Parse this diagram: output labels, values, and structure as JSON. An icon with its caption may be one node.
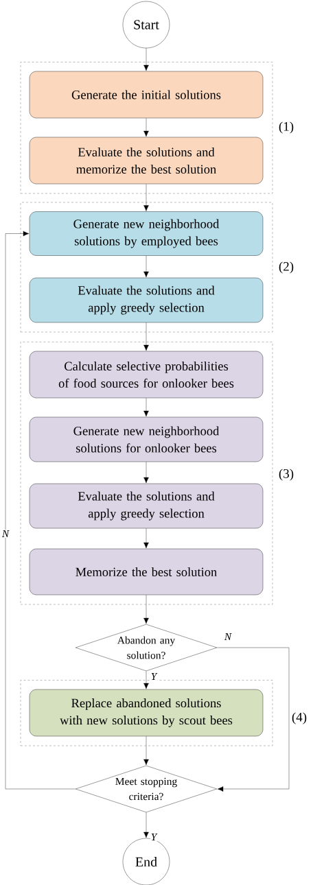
{
  "diagram": {
    "nodes": [
      {
        "text": [
          "Start"
        ]
      },
      {
        "text": [],
        "shape": "box",
        "beside": [
          "(1)"
        ]
      },
      {
        "text": [
          "Generate the initial solutions"
        ],
        "in": 1
      },
      {
        "text": [
          "Evaluate the solutions and memorize the best solution"
        ],
        "in": 1
      },
      {
        "text": [],
        "shape": "box",
        "beside": [
          "(2)"
        ]
      },
      {
        "text": [
          "Generate new neighborhood solutions by employed bees"
        ],
        "in": 4
      },
      {
        "text": [
          "Evaluate the solutions and apply greedy selection"
        ],
        "in": 4
      },
      {
        "text": [],
        "shape": "box",
        "beside": [
          "(3)"
        ]
      },
      {
        "text": [
          "Calculate selective probabilities of food sources for onlooker bees"
        ],
        "in": 7
      },
      {
        "text": [
          "Generate new neighborhood solutions for onlooker bees"
        ],
        "in": 7
      },
      {
        "text": [
          "Evaluate the solutions and apply greedy selection"
        ],
        "in": 7
      },
      {
        "text": [
          "Memorize the best solution"
        ],
        "in": 7
      },
      {
        "text": [
          "Abandon any solution?"
        ]
      },
      {
        "text": [],
        "shape": "box",
        "beside": [
          "(4)"
        ]
      },
      {
        "text": [
          "Replace abandoned solutions with new solutions by scout bees"
        ],
        "in": 13
      },
      {
        "text": [
          "Meet stopping criteria?"
        ]
      },
      {
        "text": [
          "End"
        ]
      }
    ],
    "edges": [
      {
        "from": 0,
        "to": 2,
        "arrow": "to"
      },
      {
        "from": 2,
        "to": 3,
        "arrow": "to"
      },
      {
        "from": 3,
        "to": 5,
        "arrow": "to"
      },
      {
        "from": 5,
        "to": 6,
        "arrow": "to"
      },
      {
        "from": 6,
        "to": 8,
        "arrow": "to"
      },
      {
        "from": 8,
        "to": 9,
        "arrow": "to"
      },
      {
        "from": 9,
        "to": 10,
        "arrow": "to"
      },
      {
        "from": 10,
        "to": 11,
        "arrow": "to"
      },
      {
        "from": 11,
        "to": 12,
        "arrow": "to"
      },
      {
        "from": 12,
        "to": 14,
        "arrow": "to",
        "label": "Y"
      },
      {
        "from": 12,
        "to": 15,
        "arrow": "to",
        "label": "N"
      },
      {
        "from": 14,
        "to": 15,
        "arrow": "to"
      },
      {
        "from": 15,
        "to": 5,
        "arrow": "to",
        "label": "N"
      },
      {
        "from": 15,
        "to": 16,
        "arrow": "to",
        "label": "Y"
      }
    ]
  }
}
